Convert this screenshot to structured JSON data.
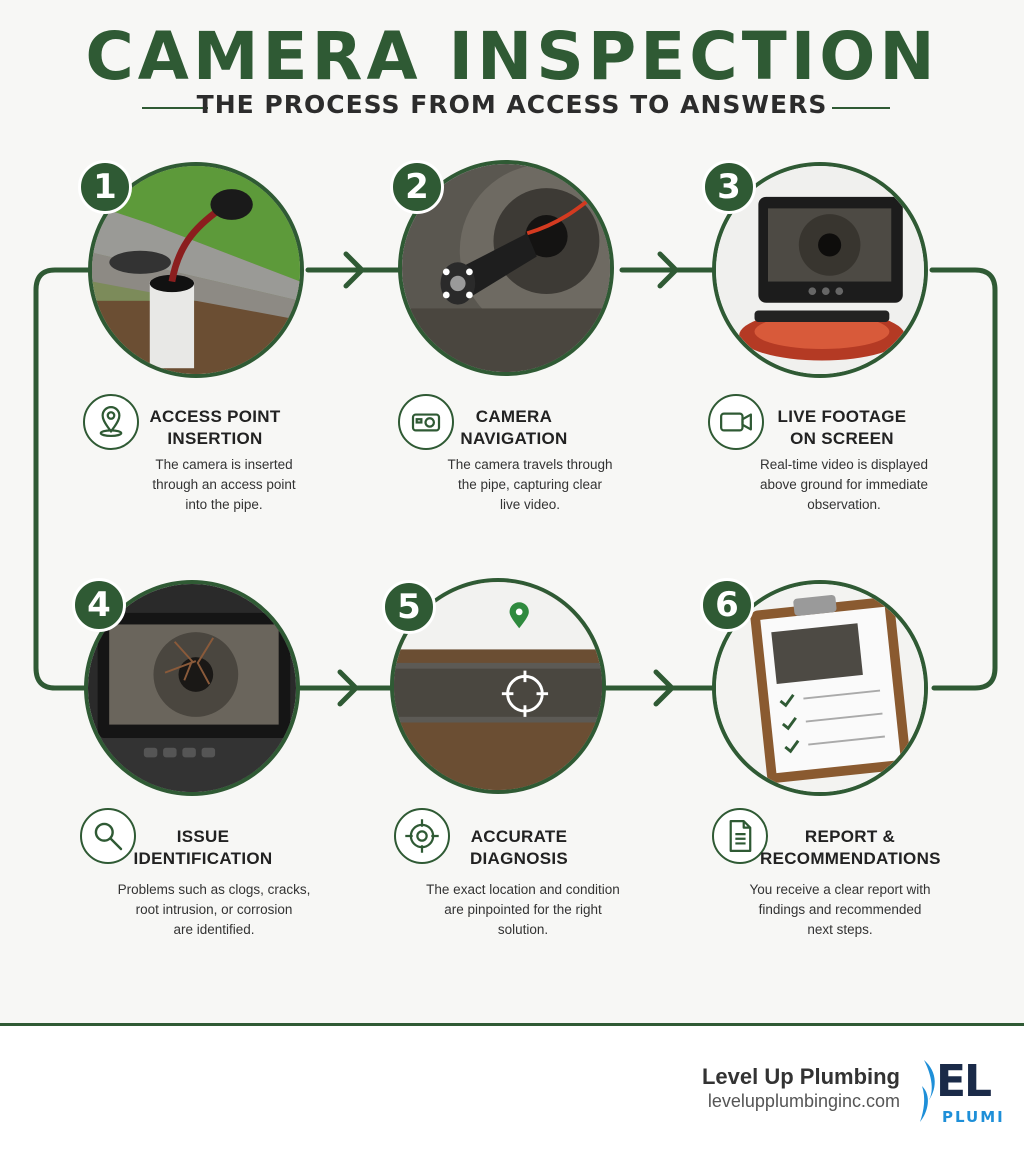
{
  "header": {
    "title": "CAMERA INSPECTION",
    "subtitle": "THE PROCESS FROM ACCESS TO ANSWERS"
  },
  "steps": [
    {
      "number": "1",
      "title_line1": "ACCESS POINT",
      "title_line2": "INSERTION",
      "desc_line1": "The camera is inserted",
      "desc_line2": "through an access point",
      "desc_line3": "into the pipe.",
      "icon": "location-pin-icon"
    },
    {
      "number": "2",
      "title_line1": "CAMERA",
      "title_line2": "NAVIGATION",
      "desc_line1": "The camera travels through",
      "desc_line2": "the pipe, capturing clear",
      "desc_line3": "live video.",
      "icon": "camera-icon"
    },
    {
      "number": "3",
      "title_line1": "LIVE FOOTAGE",
      "title_line2": "ON SCREEN",
      "desc_line1": "Real-time video is displayed",
      "desc_line2": "above ground for immediate",
      "desc_line3": "observation.",
      "icon": "video-camera-icon"
    },
    {
      "number": "4",
      "title_line1": "ISSUE",
      "title_line2": "IDENTIFICATION",
      "desc_line1": "Problems such as clogs, cracks,",
      "desc_line2": "root intrusion, or corrosion",
      "desc_line3": "are identified.",
      "icon": "magnifier-icon"
    },
    {
      "number": "5",
      "title_line1": "ACCURATE",
      "title_line2": "DIAGNOSIS",
      "desc_line1": "The exact location and condition",
      "desc_line2": "are pinpointed for the right",
      "desc_line3": "solution.",
      "icon": "target-icon"
    },
    {
      "number": "6",
      "title_line1": "REPORT &",
      "title_line2": "RECOMMENDATIONS",
      "desc_line1": "You receive a clear report with",
      "desc_line2": "findings and recommended",
      "desc_line3": "next steps.",
      "icon": "document-icon"
    }
  ],
  "footer": {
    "brand_name": "Level Up Plumbing",
    "website": "levelupplumbinginc.com",
    "logo_mark": "EL",
    "logo_sub": "PLUMI"
  },
  "colors": {
    "accent_green": "#2f5a34",
    "logo_navy": "#1a2a48",
    "logo_blue": "#1e8fd8"
  }
}
